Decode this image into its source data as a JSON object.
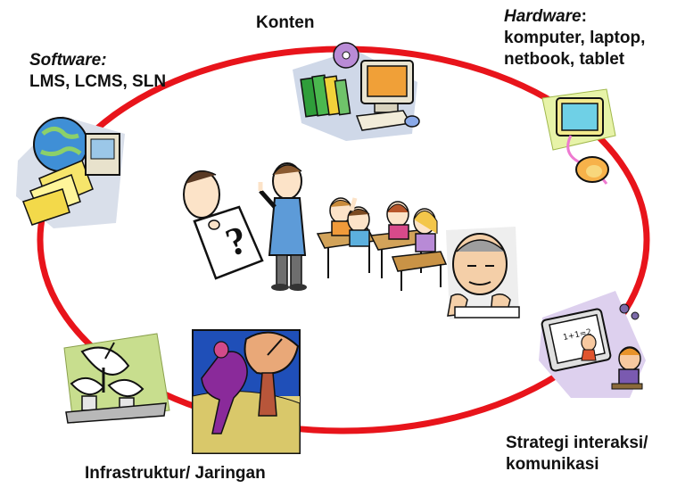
{
  "labels": {
    "konten": "Konten",
    "software_title": "Software",
    "software_colon": ":",
    "software_items": "LMS, LCMS, SLN",
    "hardware_title": "Hardware",
    "hardware_colon": ":",
    "hardware_line1": "komputer, laptop,",
    "hardware_line2": "netbook, tablet",
    "strategi_line1": "Strategi interaksi/",
    "strategi_line2": "komunikasi",
    "infrastruktur": "Infrastruktur/ Jaringan"
  },
  "illustrations": {
    "top": "books-monitor-cd-clipart",
    "top_left": "globe-documents-computer-clipart",
    "top_right": "computer-mouse-clipart",
    "center": "classroom-teacher-students-clipart",
    "center_left": "person-question-sign-clipart",
    "center_right": "thinking-man-clipart",
    "bottom_right": "teacher-screen-student-clipart",
    "bottom_left": "satellite-dishes-clipart",
    "bottom_center": "satellite-dish-figure-clipart",
    "question_mark": "?",
    "board_text": "1+1=2"
  },
  "colors": {
    "ellipse": "#e8141b",
    "text": "#111111"
  }
}
